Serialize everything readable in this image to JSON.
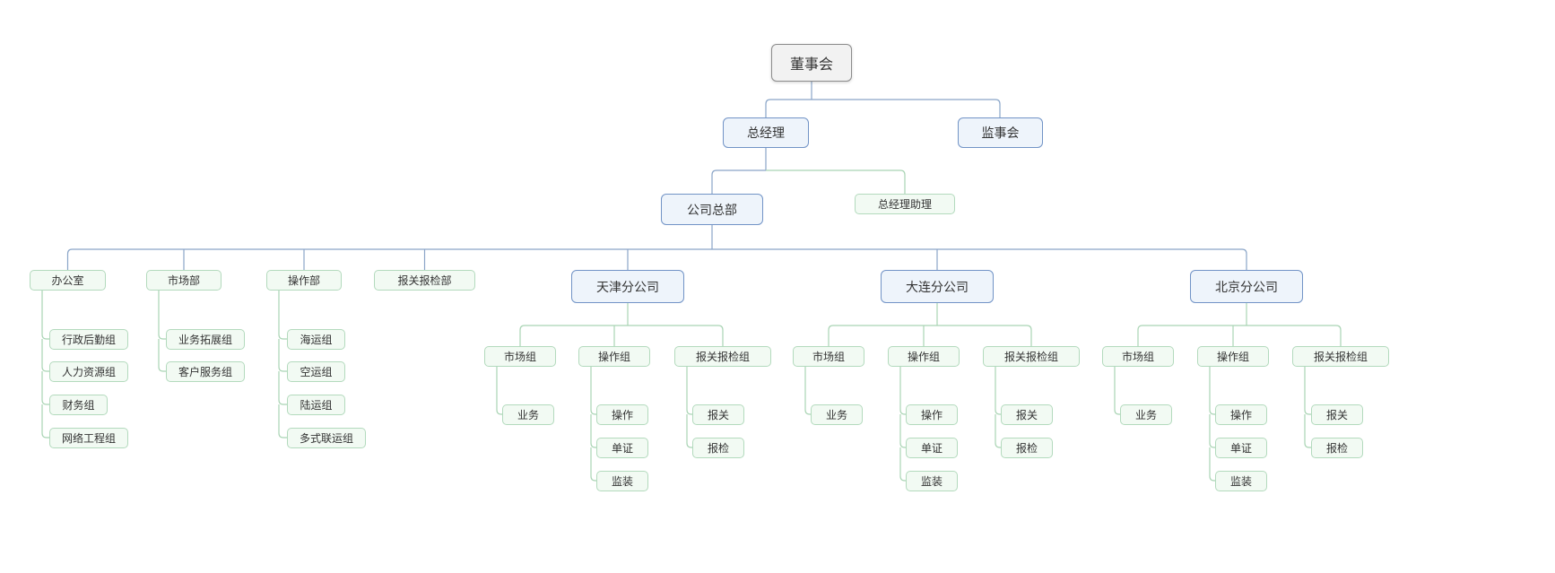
{
  "diagram": {
    "type": "org-chart",
    "colors": {
      "root_bg": "#f2f2f2",
      "root_border": "#8c8c8c",
      "blue_bg": "#eef4fb",
      "blue_border": "#7193c6",
      "green_bg": "#f2faf3",
      "green_border": "#b3dabd",
      "edge_blue": "#8aa5c8",
      "edge_green": "#a9d4b4",
      "text": "#333333"
    },
    "nodes": {
      "board": {
        "label": "董事会"
      },
      "general_manager": {
        "label": "总经理"
      },
      "supervisory_board": {
        "label": "监事会"
      },
      "headquarters": {
        "label": "公司总部"
      },
      "gm_assistant": {
        "label": "总经理助理"
      },
      "office": {
        "label": "办公室"
      },
      "office_admin": {
        "label": "行政后勤组"
      },
      "office_hr": {
        "label": "人力资源组"
      },
      "office_finance": {
        "label": "财务组"
      },
      "office_network": {
        "label": "网络工程组"
      },
      "marketing_dept": {
        "label": "市场部"
      },
      "marketing_bizdev": {
        "label": "业务拓展组"
      },
      "marketing_service": {
        "label": "客户服务组"
      },
      "operations_dept": {
        "label": "操作部"
      },
      "ops_sea": {
        "label": "海运组"
      },
      "ops_air": {
        "label": "空运组"
      },
      "ops_land": {
        "label": "陆运组"
      },
      "ops_multimodal": {
        "label": "多式联运组"
      },
      "customs_dept": {
        "label": "报关报检部"
      },
      "tianjin_branch": {
        "label": "天津分公司"
      },
      "tianjin_market": {
        "label": "市场组"
      },
      "tianjin_market_biz": {
        "label": "业务"
      },
      "tianjin_ops": {
        "label": "操作组"
      },
      "tianjin_ops_operate": {
        "label": "操作"
      },
      "tianjin_ops_docs": {
        "label": "单证"
      },
      "tianjin_ops_loading": {
        "label": "监装"
      },
      "tianjin_customs": {
        "label": "报关报检组"
      },
      "tianjin_customs_declare": {
        "label": "报关"
      },
      "tianjin_customs_inspect": {
        "label": "报检"
      },
      "dalian_branch": {
        "label": "大连分公司"
      },
      "dalian_market": {
        "label": "市场组"
      },
      "dalian_market_biz": {
        "label": "业务"
      },
      "dalian_ops": {
        "label": "操作组"
      },
      "dalian_ops_operate": {
        "label": "操作"
      },
      "dalian_ops_docs": {
        "label": "单证"
      },
      "dalian_ops_loading": {
        "label": "监装"
      },
      "dalian_customs": {
        "label": "报关报检组"
      },
      "dalian_customs_declare": {
        "label": "报关"
      },
      "dalian_customs_inspect": {
        "label": "报检"
      },
      "beijing_branch": {
        "label": "北京分公司"
      },
      "beijing_market": {
        "label": "市场组"
      },
      "beijing_market_biz": {
        "label": "业务"
      },
      "beijing_ops": {
        "label": "操作组"
      },
      "beijing_ops_operate": {
        "label": "操作"
      },
      "beijing_ops_docs": {
        "label": "单证"
      },
      "beijing_ops_loading": {
        "label": "监装"
      },
      "beijing_customs": {
        "label": "报关报检组"
      },
      "beijing_customs_declare": {
        "label": "报关"
      },
      "beijing_customs_inspect": {
        "label": "报检"
      }
    },
    "edges": [
      [
        "board",
        "general_manager"
      ],
      [
        "board",
        "supervisory_board"
      ],
      [
        "general_manager",
        "headquarters"
      ],
      [
        "general_manager",
        "gm_assistant"
      ],
      [
        "headquarters",
        "office"
      ],
      [
        "headquarters",
        "marketing_dept"
      ],
      [
        "headquarters",
        "operations_dept"
      ],
      [
        "headquarters",
        "customs_dept"
      ],
      [
        "headquarters",
        "tianjin_branch"
      ],
      [
        "headquarters",
        "dalian_branch"
      ],
      [
        "headquarters",
        "beijing_branch"
      ],
      [
        "office",
        "office_admin"
      ],
      [
        "office",
        "office_hr"
      ],
      [
        "office",
        "office_finance"
      ],
      [
        "office",
        "office_network"
      ],
      [
        "marketing_dept",
        "marketing_bizdev"
      ],
      [
        "marketing_dept",
        "marketing_service"
      ],
      [
        "operations_dept",
        "ops_sea"
      ],
      [
        "operations_dept",
        "ops_air"
      ],
      [
        "operations_dept",
        "ops_land"
      ],
      [
        "operations_dept",
        "ops_multimodal"
      ],
      [
        "tianjin_branch",
        "tianjin_market"
      ],
      [
        "tianjin_branch",
        "tianjin_ops"
      ],
      [
        "tianjin_branch",
        "tianjin_customs"
      ],
      [
        "tianjin_market",
        "tianjin_market_biz"
      ],
      [
        "tianjin_ops",
        "tianjin_ops_operate"
      ],
      [
        "tianjin_ops",
        "tianjin_ops_docs"
      ],
      [
        "tianjin_ops",
        "tianjin_ops_loading"
      ],
      [
        "tianjin_customs",
        "tianjin_customs_declare"
      ],
      [
        "tianjin_customs",
        "tianjin_customs_inspect"
      ],
      [
        "dalian_branch",
        "dalian_market"
      ],
      [
        "dalian_branch",
        "dalian_ops"
      ],
      [
        "dalian_branch",
        "dalian_customs"
      ],
      [
        "dalian_market",
        "dalian_market_biz"
      ],
      [
        "dalian_ops",
        "dalian_ops_operate"
      ],
      [
        "dalian_ops",
        "dalian_ops_docs"
      ],
      [
        "dalian_ops",
        "dalian_ops_loading"
      ],
      [
        "dalian_customs",
        "dalian_customs_declare"
      ],
      [
        "dalian_customs",
        "dalian_customs_inspect"
      ],
      [
        "beijing_branch",
        "beijing_market"
      ],
      [
        "beijing_branch",
        "beijing_ops"
      ],
      [
        "beijing_branch",
        "beijing_customs"
      ],
      [
        "beijing_market",
        "beijing_market_biz"
      ],
      [
        "beijing_ops",
        "beijing_ops_operate"
      ],
      [
        "beijing_ops",
        "beijing_ops_docs"
      ],
      [
        "beijing_ops",
        "beijing_ops_loading"
      ],
      [
        "beijing_customs",
        "beijing_customs_declare"
      ],
      [
        "beijing_customs",
        "beijing_customs_inspect"
      ]
    ]
  }
}
